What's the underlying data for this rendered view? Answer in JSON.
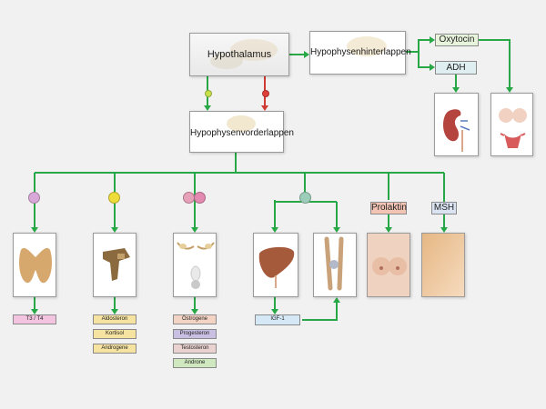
{
  "nodes": {
    "hypothalamus": "Hypothalamus",
    "posterior_pituitary": "Hypophysenhinterlappen",
    "anterior_pituitary": "Hypophysenvorderlappen"
  },
  "hormones": {
    "oxytocin": "Oxytocin",
    "adh": "ADH",
    "prolaktin": "Prolaktin",
    "msh": "MSH"
  },
  "outputs": {
    "thyroid": [
      "T3 / T4"
    ],
    "adrenal": [
      "Aldosteron",
      "Kortisol",
      "Androgene"
    ],
    "gonads": [
      "Östrogene",
      "Progesteron",
      "Testosteron",
      "Androne"
    ],
    "liver": [
      "IGF-1"
    ]
  },
  "colors": {
    "connector": "#27a745",
    "releasing_dot": "#c6e04a",
    "inhibiting_dot": "#e0403a",
    "tsh_dot": "#d9a8d8",
    "acth_dot": "#eedc3a",
    "fsh_dot": "#e6a0b8",
    "lh_dot": "#e28ab0",
    "gh_dot": "#9ccdb8",
    "t3t4_fill": "#f3c4e0",
    "adrenal_fill": "#f6e3a2",
    "gonad_fill_1": "#f3d3c4",
    "gonad_fill_2": "#c9bfe3",
    "gonad_fill_3": "#e9d2cf",
    "gonad_fill_4": "#cfe8bf",
    "igf_fill": "#d5e8f6",
    "oxytocin_fill": "#e8f3dc",
    "adh_fill": "#dfeef1",
    "prolaktin_fill": "#f3c4b4",
    "msh_fill": "#d9e3f2"
  },
  "icons": [
    "thyroid-icon",
    "adrenal-icon",
    "gonads-icon",
    "liver-icon",
    "bone-icon",
    "breast-icon",
    "skin-icon",
    "kidney-icon",
    "uterus-icon",
    "pituitary-icon"
  ]
}
